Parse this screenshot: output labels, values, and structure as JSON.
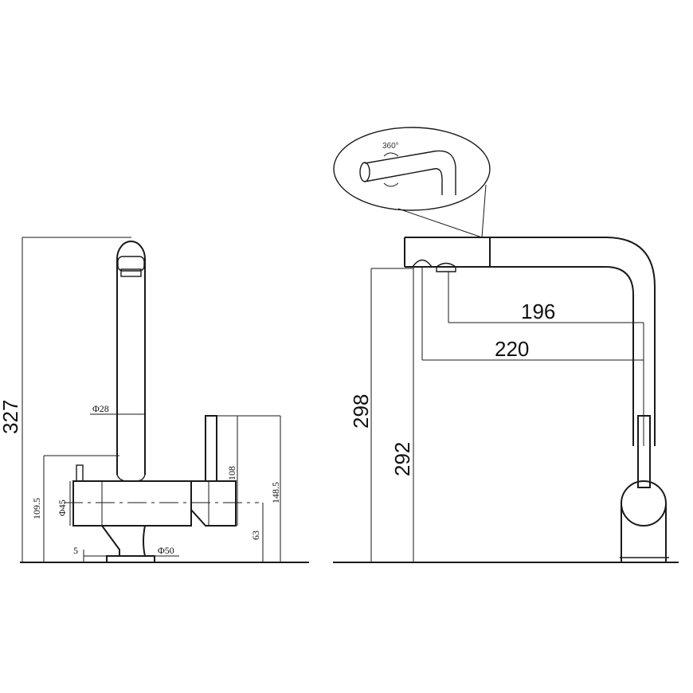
{
  "side_view": {
    "overall_height": "327",
    "spout_diameter": "Φ28",
    "body_diameter": "Φ45",
    "base_diameter": "Φ50",
    "base_thickness": "5",
    "handle_height": "108",
    "lever_height": "148.5",
    "outlet_height": "109.5",
    "centerline_height": "63"
  },
  "front_view": {
    "overall_height": "298",
    "outlet_height": "292",
    "spout_reach": "220",
    "spout_reach_inner": "196",
    "rotation_angle": "360°"
  }
}
